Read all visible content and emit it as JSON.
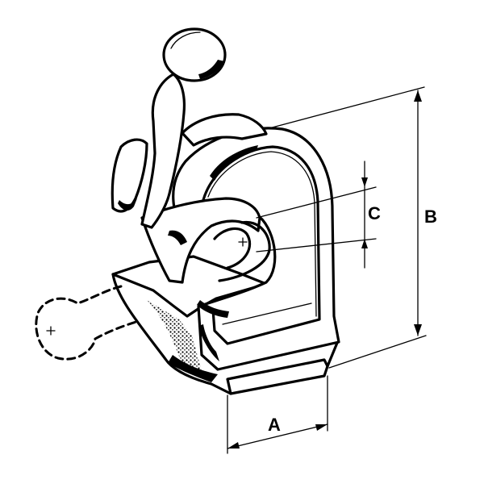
{
  "labels": {
    "dimension_a": "A",
    "dimension_b": "B",
    "dimension_c": "C"
  },
  "colors": {
    "line": "#000000",
    "background": "#ffffff"
  }
}
